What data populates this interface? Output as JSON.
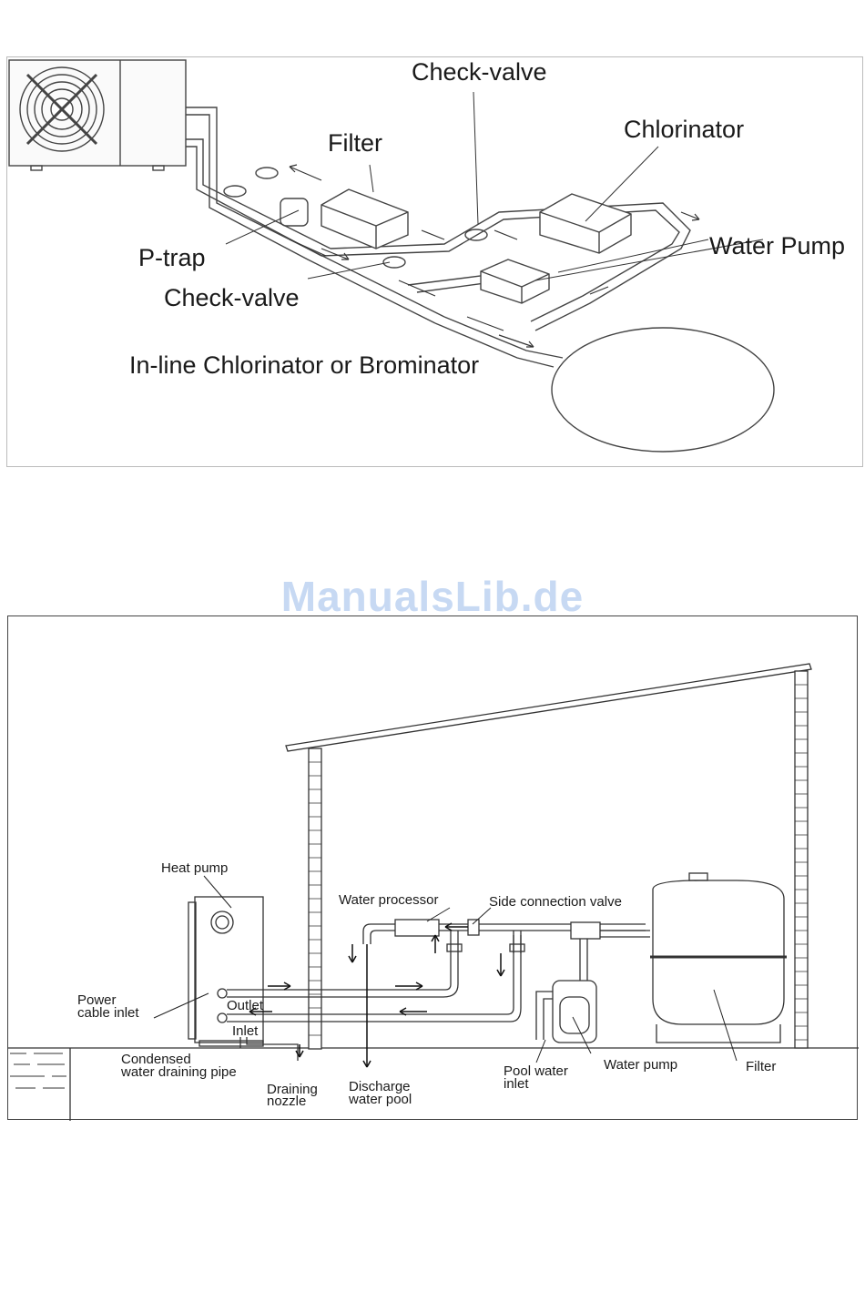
{
  "watermark": "ManualsLib.de",
  "diagram1": {
    "labels": {
      "check_valve_top": "Check-valve",
      "filter": "Filter",
      "chlorinator": "Chlorinator",
      "water_pump": "Water Pump",
      "p_trap": "P-trap",
      "check_valve_bottom": "Check-valve",
      "inline_chlorinator": "In-line Chlorinator or Brominator"
    }
  },
  "diagram2": {
    "labels": {
      "heat_pump": "Heat pump",
      "water_processor": "Water processor",
      "side_connection_valve": "Side connection valve",
      "power_cable_inlet_1": "Power",
      "power_cable_inlet_2": "cable inlet",
      "outlet": "Outlet",
      "inlet": "Inlet",
      "condensed_1": "Condensed",
      "condensed_2": "water draining pipe",
      "draining_1": "Draining",
      "draining_2": "nozzle",
      "discharge_1": "Discharge",
      "discharge_2": "water pool",
      "pool_water_1": "Pool water",
      "pool_water_2": "inlet",
      "water_pump": "Water pump",
      "filter": "Filter"
    }
  }
}
